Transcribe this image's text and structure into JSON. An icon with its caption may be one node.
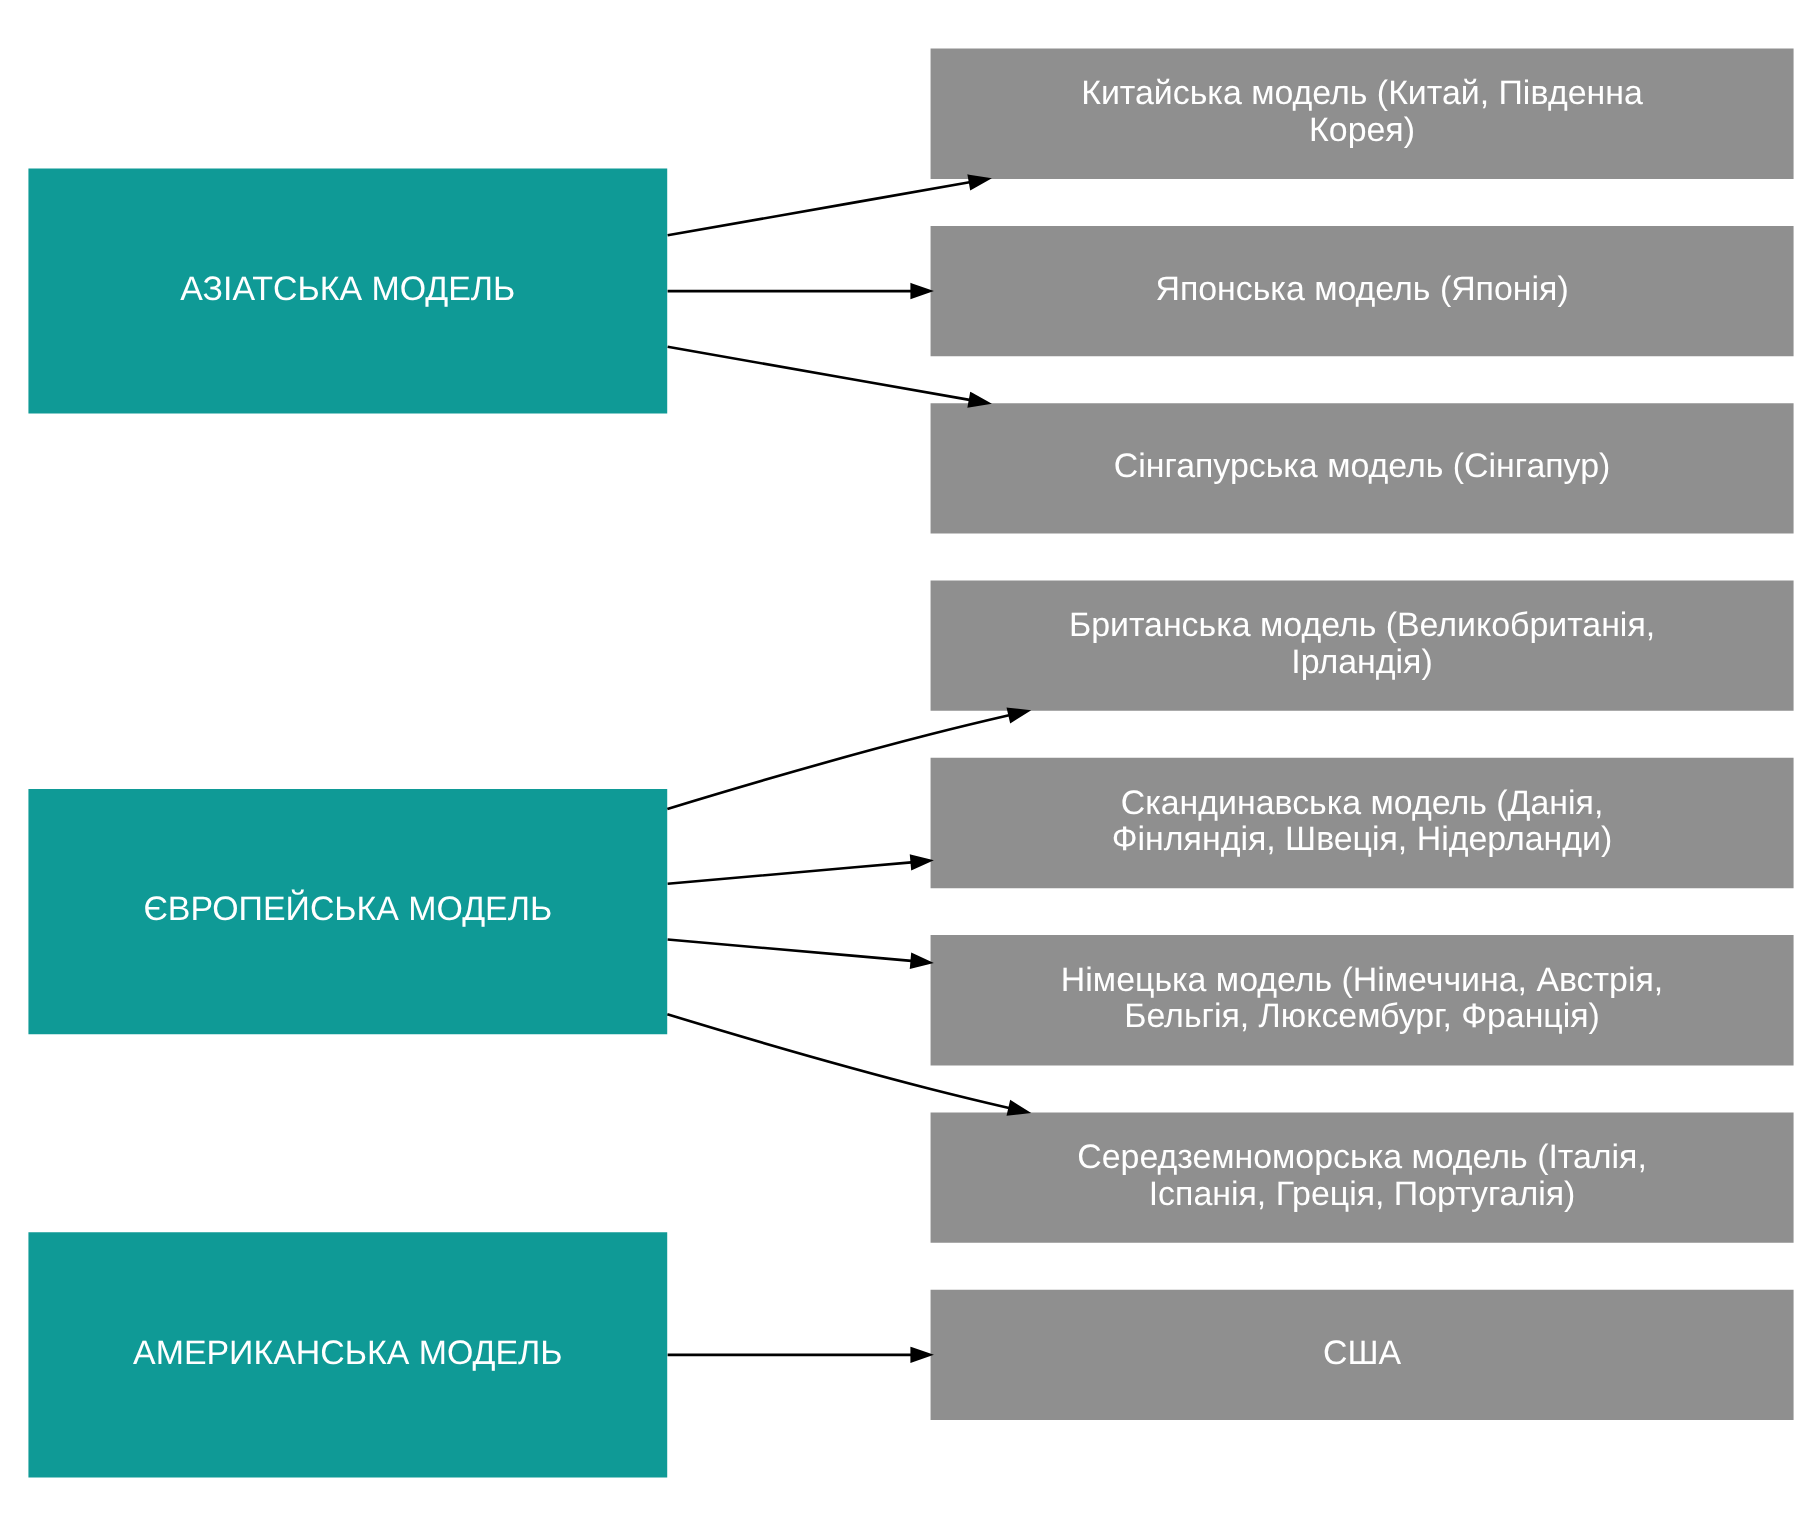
{
  "diagram": {
    "nodes": [
      {
        "text": [
          "АМЕРИКАНСЬКА МОДЕЛЬ"
        ]
      },
      {
        "text": [
          "США"
        ]
      },
      {
        "text": [
          "ЄВРОПЕЙСЬКА МОДЕЛЬ"
        ]
      },
      {
        "text": [
          "Британська модель (Великобританія, Ірландія)"
        ]
      },
      {
        "text": [
          "Скандинавська модель (Данія, Фінляндія, Швеція, Нідерланди)"
        ]
      },
      {
        "text": [
          "Німецька модель (Німеччина, Австрія, Бельгія, Люксембург, Франція)"
        ]
      },
      {
        "text": [
          "Середземноморська модель (Італія, Іспанія, Греція, Португалія)"
        ]
      },
      {
        "text": [
          "АЗІАТСЬКА МОДЕЛЬ"
        ]
      },
      {
        "text": [
          "Китайська модель (Китай, Південна Корея)"
        ]
      },
      {
        "text": [
          "Японська модель (Японія)"
        ]
      },
      {
        "text": [
          "Сінгапурська модель (Сінгапур)"
        ]
      }
    ],
    "edges": [
      {
        "from": 0,
        "to": 1,
        "arrow": "to"
      },
      {
        "from": 2,
        "to": 3,
        "arrow": "to"
      },
      {
        "from": 2,
        "to": 4,
        "arrow": "to"
      },
      {
        "from": 2,
        "to": 5,
        "arrow": "to"
      },
      {
        "from": 2,
        "to": 6,
        "arrow": "to"
      },
      {
        "from": 7,
        "to": 8,
        "arrow": "to"
      },
      {
        "from": 7,
        "to": 9,
        "arrow": "to"
      },
      {
        "from": 7,
        "to": 10,
        "arrow": "to"
      }
    ]
  }
}
